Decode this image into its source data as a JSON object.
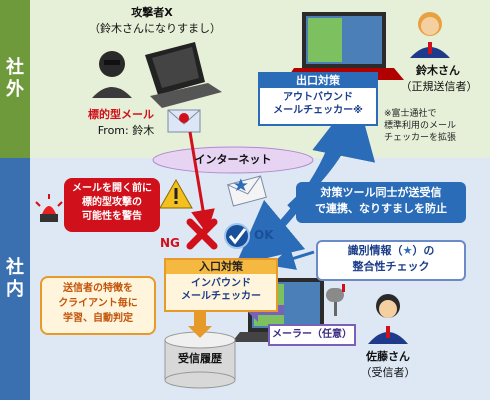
{
  "zones": {
    "outside": "社\n外",
    "inside": "社\n内"
  },
  "attacker": {
    "name": "攻撃者X",
    "subtitle": "（鈴木さんになりすまし）",
    "mail_label": "標的型メール",
    "from_label": "From: 鈴木"
  },
  "suzuki": {
    "name": "鈴木さん",
    "role": "（正規送信者）"
  },
  "outbound": {
    "header": "出口対策",
    "line1": "アウトバウンド",
    "line2": "メールチェッカー※"
  },
  "note": {
    "line1": "※富士通社で",
    "line2": "標準利用のメール",
    "line3": "チェッカーを拡張"
  },
  "internet": "インターネット",
  "warning": {
    "line1": "メールを開く前に",
    "line2": "標的型攻撃の",
    "line3": "可能性を警告"
  },
  "cooperation": {
    "line1": "対策ツール同士が送受信",
    "line2": "で連携、なりすましを防止"
  },
  "ng": "NG",
  "ok": "OK",
  "integrity": {
    "line1": "識別情報（",
    "line1b": "）の",
    "line2": "整合性チェック"
  },
  "inbound": {
    "header": "入口対策",
    "line1": "インバウンド",
    "line2": "メールチェッカー"
  },
  "learning": {
    "line1": "送信者の特徴を",
    "line2": "クライアント毎に",
    "line3": "学習、自動判定"
  },
  "history": "受信履歴",
  "mailer": "メーラー（任意）",
  "sato": {
    "name": "佐藤さん",
    "role": "（受信者）"
  },
  "colors": {
    "outside_bg": "#e6f0d8",
    "inside_bg": "#dde8f4",
    "warning_red": "#d0101a",
    "arrow_blue": "#2a6cb8",
    "inbound_orange": "#f5b942"
  }
}
